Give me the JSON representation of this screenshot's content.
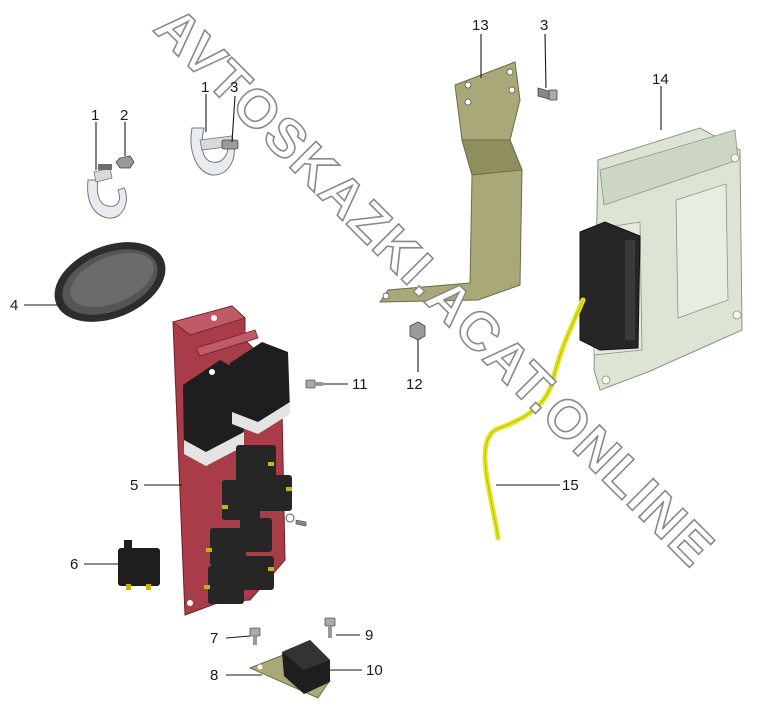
{
  "watermark": "AVTOSKAZKI.ACAT.ONLINE",
  "callouts": {
    "c1a": "1",
    "c2": "2",
    "c1b": "1",
    "c3a": "3",
    "c3b": "3",
    "c4": "4",
    "c5": "5",
    "c6": "6",
    "c7": "7",
    "c8": "8",
    "c9": "9",
    "c10": "10",
    "c11": "11",
    "c12": "12",
    "c13": "13",
    "c14": "14",
    "c15": "15"
  },
  "colors": {
    "bracket_red": "#a83c48",
    "bracket_olive": "#a8a878",
    "ecu_body": "#dde4d4",
    "cable_yellow": "#e6e61e",
    "relay_black": "#1e1e1e",
    "terminal_gold": "#c9b400"
  }
}
